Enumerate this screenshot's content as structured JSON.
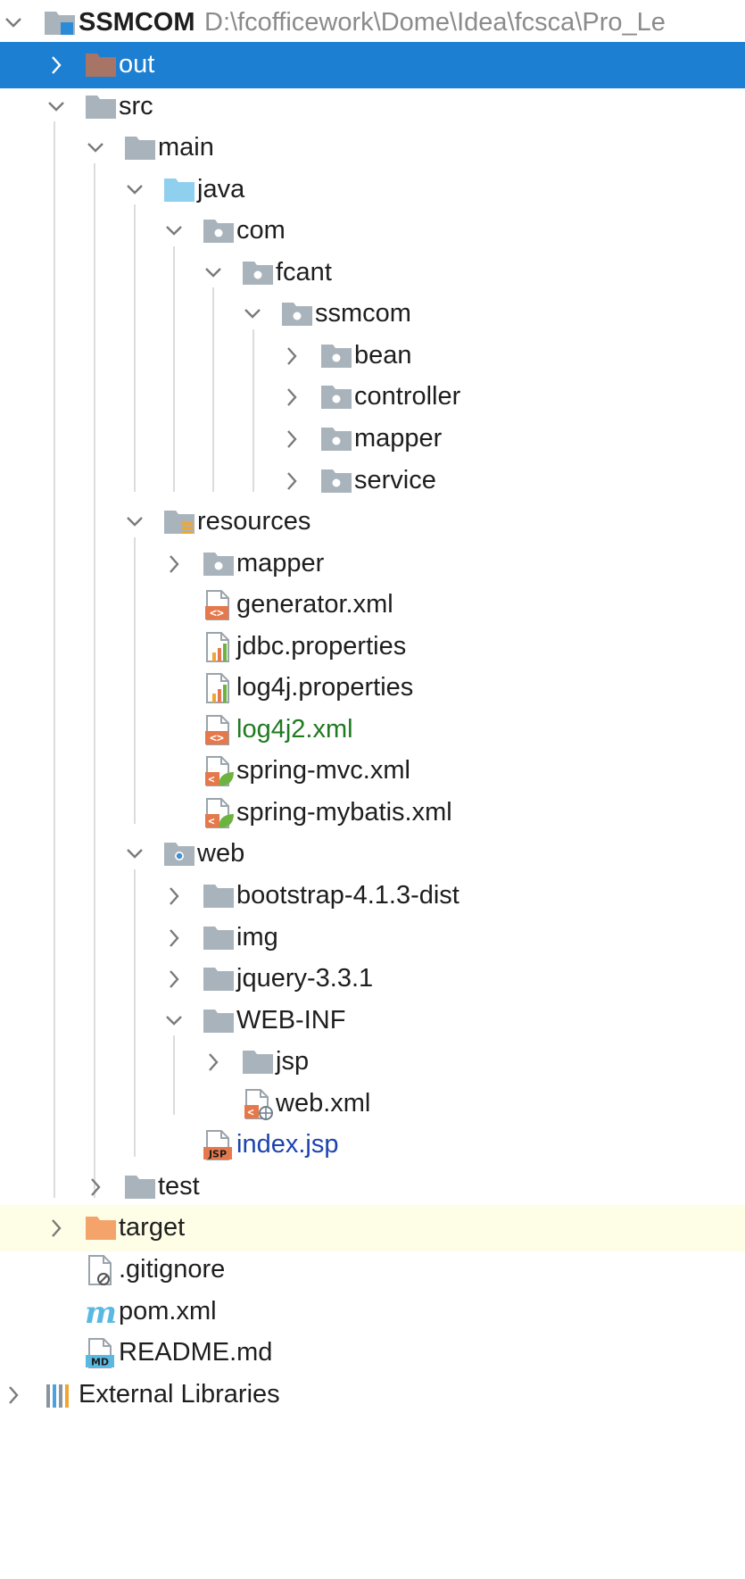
{
  "project": {
    "name": "SSMCOM",
    "path": "D:\\fcofficework\\Dome\\Idea\\fcsca\\Pro_Le"
  },
  "tree": [
    {
      "label": "out",
      "depth": 1,
      "expand": "right",
      "icon": "folder-excluded-icon",
      "state": "selected"
    },
    {
      "label": "src",
      "depth": 1,
      "expand": "down",
      "icon": "folder-icon"
    },
    {
      "label": "main",
      "depth": 2,
      "expand": "down",
      "icon": "folder-icon"
    },
    {
      "label": "java",
      "depth": 3,
      "expand": "down",
      "icon": "source-folder-icon"
    },
    {
      "label": "com",
      "depth": 4,
      "expand": "down",
      "icon": "package-icon"
    },
    {
      "label": "fcant",
      "depth": 5,
      "expand": "down",
      "icon": "package-icon"
    },
    {
      "label": "ssmcom",
      "depth": 6,
      "expand": "down",
      "icon": "package-icon"
    },
    {
      "label": "bean",
      "depth": 7,
      "expand": "right",
      "icon": "package-icon"
    },
    {
      "label": "controller",
      "depth": 7,
      "expand": "right",
      "icon": "package-icon"
    },
    {
      "label": "mapper",
      "depth": 7,
      "expand": "right",
      "icon": "package-icon"
    },
    {
      "label": "service",
      "depth": 7,
      "expand": "right",
      "icon": "package-icon"
    },
    {
      "label": "resources",
      "depth": 3,
      "expand": "down",
      "icon": "resources-folder-icon"
    },
    {
      "label": "mapper",
      "depth": 4,
      "expand": "right",
      "icon": "package-icon"
    },
    {
      "label": "generator.xml",
      "depth": 4,
      "expand": "",
      "icon": "xml-file-icon"
    },
    {
      "label": "jdbc.properties",
      "depth": 4,
      "expand": "",
      "icon": "properties-file-icon"
    },
    {
      "label": "log4j.properties",
      "depth": 4,
      "expand": "",
      "icon": "properties-file-icon"
    },
    {
      "label": "log4j2.xml",
      "depth": 4,
      "expand": "",
      "icon": "xml-file-icon",
      "state": "green"
    },
    {
      "label": "spring-mvc.xml",
      "depth": 4,
      "expand": "",
      "icon": "spring-xml-file-icon"
    },
    {
      "label": "spring-mybatis.xml",
      "depth": 4,
      "expand": "",
      "icon": "spring-xml-file-icon"
    },
    {
      "label": "web",
      "depth": 3,
      "expand": "down",
      "icon": "web-folder-icon"
    },
    {
      "label": "bootstrap-4.1.3-dist",
      "depth": 4,
      "expand": "right",
      "icon": "folder-icon"
    },
    {
      "label": "img",
      "depth": 4,
      "expand": "right",
      "icon": "folder-icon"
    },
    {
      "label": "jquery-3.3.1",
      "depth": 4,
      "expand": "right",
      "icon": "folder-icon"
    },
    {
      "label": "WEB-INF",
      "depth": 4,
      "expand": "down",
      "icon": "folder-icon"
    },
    {
      "label": "jsp",
      "depth": 5,
      "expand": "right",
      "icon": "folder-icon"
    },
    {
      "label": "web.xml",
      "depth": 5,
      "expand": "",
      "icon": "web-xml-file-icon"
    },
    {
      "label": "index.jsp",
      "depth": 4,
      "expand": "",
      "icon": "jsp-file-icon",
      "state": "blue"
    },
    {
      "label": "test",
      "depth": 2,
      "expand": "right",
      "icon": "folder-icon"
    },
    {
      "label": "target",
      "depth": 1,
      "expand": "right",
      "icon": "folder-excluded-orange-icon",
      "state": "highlight"
    },
    {
      "label": ".gitignore",
      "depth": 1,
      "expand": "",
      "icon": "ignore-file-icon"
    },
    {
      "label": "pom.xml",
      "depth": 1,
      "expand": "",
      "icon": "maven-file-icon"
    },
    {
      "label": "README.md",
      "depth": 1,
      "expand": "",
      "icon": "markdown-file-icon"
    },
    {
      "label": "External Libraries",
      "depth": 0,
      "expand": "right",
      "icon": "libraries-icon"
    }
  ],
  "icon_text": {
    "xml": "<>",
    "jsp": "JSP",
    "md": "MD",
    "maven": "m"
  },
  "colors": {
    "selection": "#1d7fd1",
    "highlight": "#fefde5",
    "folder": "#a9b3bb",
    "excluded_folder": "#a87466",
    "target_folder": "#f4a46b",
    "source_folder": "#8fd0ee",
    "xml_tag": "#e6794b",
    "spring_leaf": "#6db33f",
    "maven": "#5ab9e3",
    "green_text": "#1f7a20",
    "blue_text": "#1d43b0"
  }
}
